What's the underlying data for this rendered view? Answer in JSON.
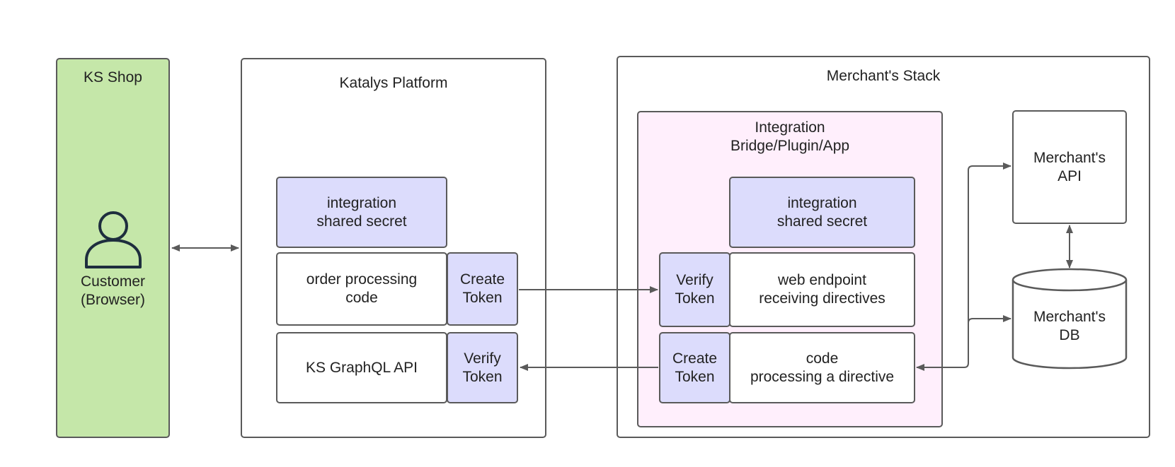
{
  "colors": {
    "shop_fill": "#c5e7a9",
    "token_fill": "#dcdcfc",
    "bridge_fill": "#ffeffc",
    "border": "#5a5a5a",
    "person_stroke": "#1e2e3e"
  },
  "ks_shop": {
    "title": "KS Shop",
    "customer_label": "Customer\n(Browser)",
    "icon": "person-icon"
  },
  "platform": {
    "title": "Katalys Platform",
    "shared_secret": "integration\nshared secret",
    "order_processing": "order processing\ncode",
    "create_token": "Create\nToken",
    "graphql_api": "KS GraphQL API",
    "verify_token": "Verify\nToken"
  },
  "merchant": {
    "title": "Merchant's Stack",
    "bridge": {
      "title": "Integration\nBridge/Plugin/App",
      "shared_secret": "integration\nshared secret",
      "verify_token": "Verify\nToken",
      "web_endpoint": "web endpoint\nreceiving directives",
      "create_token": "Create\nToken",
      "code_processing": "code\nprocessing a directive"
    },
    "api": "Merchant's\nAPI",
    "db": "Merchant's\nDB"
  }
}
